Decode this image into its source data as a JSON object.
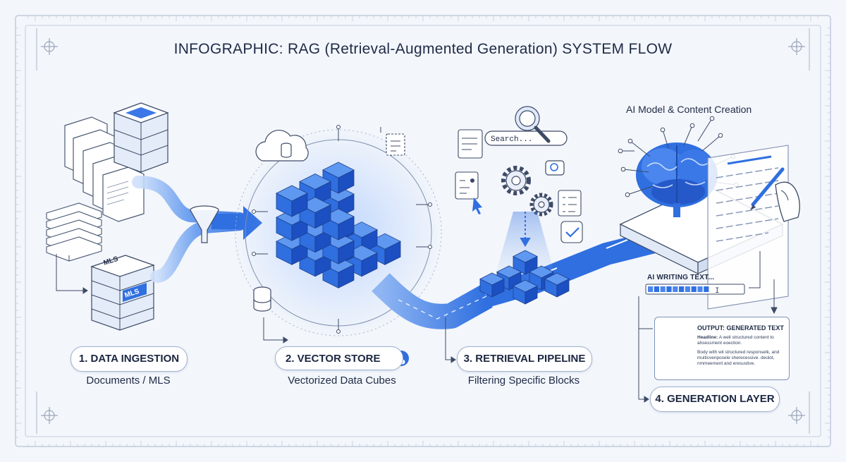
{
  "title": "INFOGRAPHIC: RAG (Retrieval-Augmented Generation) SYSTEM FLOW",
  "stages": [
    {
      "label": "1. DATA INGESTION",
      "caption": "Documents / MLS"
    },
    {
      "label": "2. VECTOR STORE",
      "caption": "Vectorized Data Cubes"
    },
    {
      "label": "3. RETRIEVAL PIPELINE",
      "caption": "Filtering Specific Blocks"
    },
    {
      "label": "4. GENERATION LAYER",
      "caption": ""
    }
  ],
  "ai_model_title": "AI Model & Content Creation",
  "server_label": "MLS",
  "server_badge": "MLS",
  "search_text": "Search...",
  "writing_label": "AI WRITING TEXT...",
  "progress": 0.7,
  "output": {
    "title": "OUTPUT: GENERATED TEXT",
    "headline_label": "Headline:",
    "headline_text": "A well structured content to ahsessment eoection.",
    "body": "Body with wil structured responsetk, and multicvenposele sherecessive. deolot, nmmeement and eresustive."
  },
  "colors": {
    "accent": "#2f6fe0",
    "accent_dark": "#1b4fc2",
    "line": "#3d4b66",
    "panel_bg": "#f3f6fb"
  },
  "icons": [
    "document-stack-icon",
    "server-icon",
    "funnel-icon",
    "cloud-database-icon",
    "database-icon",
    "search-icon",
    "gear-icon",
    "checklist-icon",
    "brain-icon",
    "robot-hand-pen-icon",
    "document-icon"
  ]
}
